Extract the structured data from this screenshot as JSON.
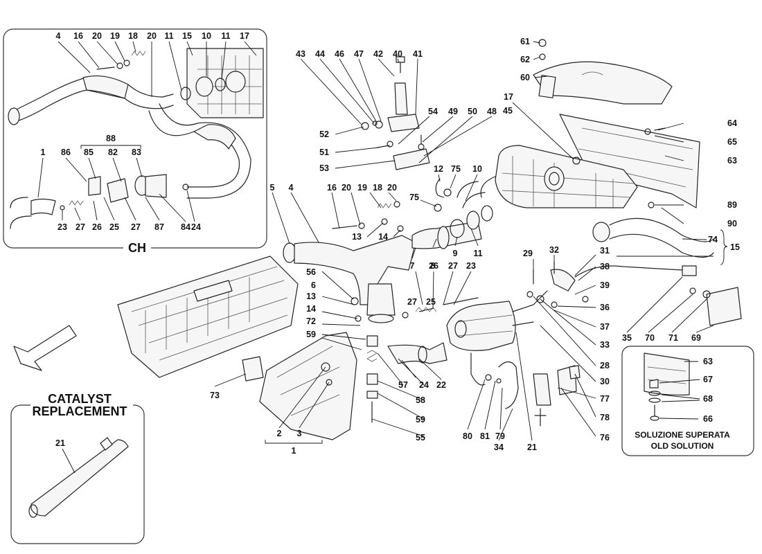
{
  "insets": {
    "ch": {
      "label": "CH"
    },
    "catalyst": {
      "title_line1": "CATALYST",
      "title_line2": "REPLACEMENT"
    },
    "old_solution": {
      "line1": "SOLUZIONE SUPERATA",
      "line2": "OLD SOLUTION"
    }
  },
  "callouts": {
    "ch_4": "4",
    "ch_16": "16",
    "ch_20a": "20",
    "ch_19": "19",
    "ch_18": "18",
    "ch_20b": "20",
    "ch_11a": "11",
    "ch_15": "15",
    "ch_10": "10",
    "ch_11b": "11",
    "ch_17": "17",
    "ch_88": "88",
    "ch_1": "1",
    "ch_86": "86",
    "ch_85": "85",
    "ch_82": "82",
    "ch_83": "83",
    "ch_23": "23",
    "ch_27a": "27",
    "ch_26": "26",
    "ch_25": "25",
    "ch_27b": "27",
    "ch_87": "87",
    "ch_84": "84",
    "ch_24": "24",
    "m_43": "43",
    "m_44": "44",
    "m_46": "46",
    "m_47": "47",
    "m_42": "42",
    "m_40": "40",
    "m_41": "41",
    "m_54": "54",
    "m_49": "49",
    "m_50": "50",
    "m_48": "48",
    "m_52": "52",
    "m_51": "51",
    "m_53": "53",
    "m_61": "61",
    "m_62": "62",
    "m_60": "60",
    "m_17": "17",
    "m_45": "45",
    "m_64": "64",
    "m_65": "65",
    "m_63": "63",
    "m_89": "89",
    "m_90": "90",
    "m_74": "74",
    "m_15": "15",
    "m_5": "5",
    "m_4": "4",
    "m_16": "16",
    "m_20a": "20",
    "m_19": "19",
    "m_18": "18",
    "m_20b": "20",
    "m_12": "12",
    "m_75a": "75",
    "m_10": "10",
    "m_75b": "75",
    "m_13a": "13",
    "m_14a": "14",
    "m_7": "7",
    "m_8": "8",
    "m_9": "9",
    "m_11": "11",
    "m_29": "29",
    "m_32": "32",
    "m_31": "31",
    "m_38": "38",
    "m_39": "39",
    "m_36": "36",
    "m_37": "37",
    "m_33": "33",
    "m_28": "28",
    "m_30": "30",
    "m_56": "56",
    "m_6": "6",
    "m_13b": "13",
    "m_14b": "14",
    "m_72": "72",
    "m_59a": "59",
    "m_59b": "59",
    "m_26": "26",
    "m_27a": "27",
    "m_23": "23",
    "m_27b": "27",
    "m_25": "25",
    "m_35": "35",
    "m_70": "70",
    "m_71": "71",
    "m_69": "69",
    "m_24": "24",
    "m_22": "22",
    "m_57": "57",
    "m_58": "58",
    "m_55": "55",
    "m_73": "73",
    "m_2": "2",
    "m_3": "3",
    "m_1": "1",
    "m_80": "80",
    "m_81": "81",
    "m_79": "79",
    "m_34": "34",
    "m_21": "21",
    "m_77": "77",
    "m_78": "78",
    "m_76": "76",
    "os_63": "63",
    "os_67": "67",
    "os_68": "68",
    "os_66": "66",
    "cr_21": "21"
  }
}
